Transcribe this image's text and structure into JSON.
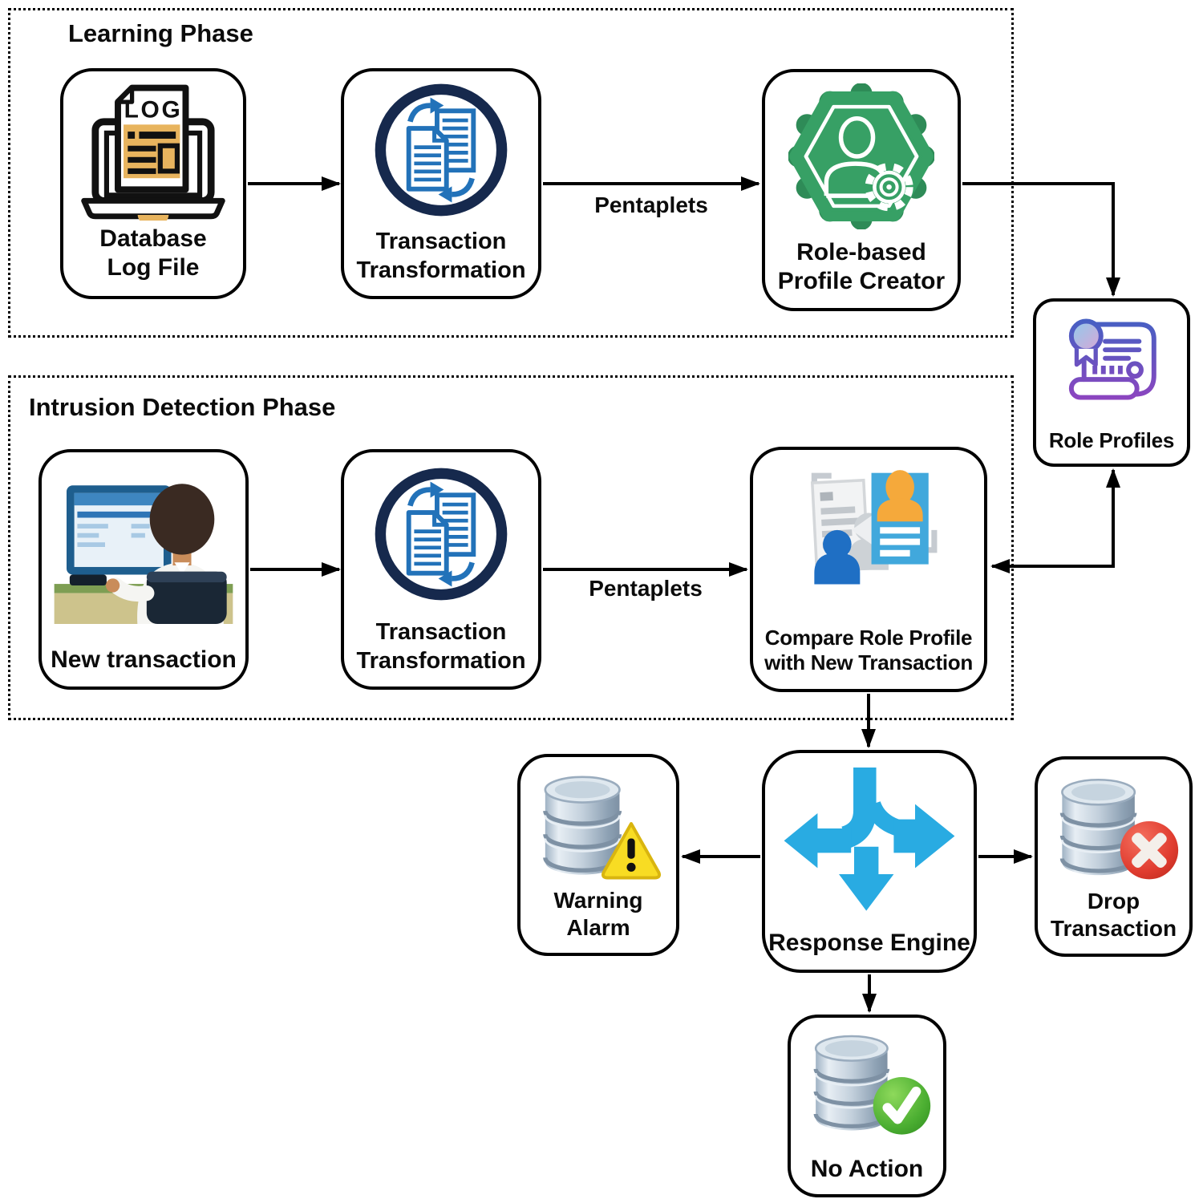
{
  "phases": {
    "learning": {
      "title": "Learning Phase"
    },
    "detection": {
      "title": "Intrusion Detection Phase"
    }
  },
  "nodes": {
    "database_log_file": {
      "line1": "Database",
      "line2": "Log File"
    },
    "transaction_transformation_learning": {
      "line1": "Transaction",
      "line2": "Transformation"
    },
    "role_based_profile_creator": {
      "line1": "Role-based",
      "line2": "Profile Creator"
    },
    "role_profiles": {
      "label": "Role Profiles"
    },
    "new_transaction": {
      "label": "New transaction"
    },
    "transaction_transformation_detection": {
      "line1": "Transaction",
      "line2": "Transformation"
    },
    "compare_role_profile": {
      "line1": "Compare Role Profile",
      "line2": "with New Transaction"
    },
    "response_engine": {
      "label": "Response Engine"
    },
    "warning_alarm": {
      "line1": "Warning",
      "line2": "Alarm"
    },
    "drop_transaction": {
      "line1": "Drop",
      "line2": "Transaction"
    },
    "no_action": {
      "label": "No Action"
    }
  },
  "edges": {
    "pentaplets_learning": {
      "label": "Pentaplets"
    },
    "pentaplets_detection": {
      "label": "Pentaplets"
    }
  },
  "icon_text": {
    "log": "LOG"
  },
  "icons": {
    "database_log_file": "laptop-log-icon",
    "transaction_transformation": "document-transform-icon",
    "role_based_profile_creator": "person-gear-badge-icon",
    "role_profiles": "certificate-scroll-icon",
    "new_transaction": "person-at-computer-icon",
    "compare_role_profile": "profile-compare-icon",
    "response_engine": "branch-arrows-icon",
    "warning_alarm": "database-warning-icon",
    "drop_transaction": "database-cancel-icon",
    "no_action": "database-check-icon"
  },
  "colors": {
    "outline": "#000000",
    "log_amber": "#E8B45E",
    "doc_blue": "#2272B9",
    "ring_navy": "#16294D",
    "badge_green": "#37A065",
    "badge_green_dark": "#2E8B57",
    "profile_gradient_start": "#3E63C4",
    "profile_gradient_end": "#9C3FBF",
    "compare_doc_blue": "#41A8DC",
    "compare_person_orange": "#F5A93B",
    "compare_person_blue": "#1F6FC4",
    "response_blue": "#29ABE2",
    "db_silver": "#C3D0DC",
    "warning_yellow": "#F8DC23",
    "drop_red": "#E03C2F",
    "ok_green": "#4CAF32"
  }
}
